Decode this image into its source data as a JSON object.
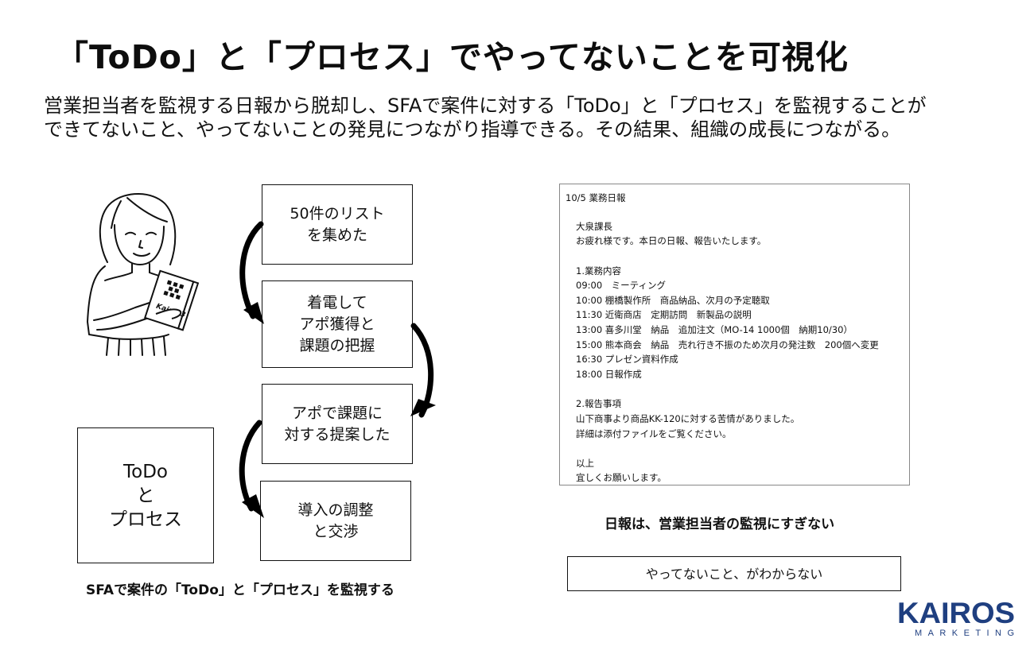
{
  "title": "「ToDo」と「プロセス」でやってないことを可視化",
  "subtitle": {
    "line1": "営業担当者を監視する日報から脱却し、SFAで案件に対する「ToDo」と「プロセス」を監視することが",
    "line2": "できてないこと、やってないことの発見につながり指導できる。その結果、組織の成長につながる。"
  },
  "illustration": {
    "book_label": "Kairos3"
  },
  "process_steps": [
    "50件のリスト\nを集めた",
    "着電して\nアポ獲得と\n課題の把握",
    "アポで課題に\n対する提案した",
    "導入の調整\nと交渉"
  ],
  "todo_box": "ToDo\nと\nプロセス",
  "left_caption": "SFAで案件の「ToDo」と「プロセス」を監視する",
  "daily_report": {
    "lines": [
      "10/5 業務日報",
      "大泉課長",
      "お疲れ様です。本日の日報、報告いたします。",
      "1.業務内容",
      "09:00　ミーティング",
      "10:00  棚橋製作所　商品納品、次月の予定聴取",
      "11:30 近衛商店　定期訪問　新製品の説明",
      "13:00 喜多川堂　納品　追加注文（MO-14 1000個　納期10/30）",
      "15:00 熊本商会　納品　売れ行き不振のため次月の発注数　200個へ変更",
      "16:30 プレゼン資料作成",
      "18:00 日報作成",
      "2.報告事項",
      "山下商事より商品KK-120に対する苦情がありました。",
      "詳細は添付ファイルをご覧ください。",
      "以上",
      "宜しくお願いします。"
    ]
  },
  "right_caption": "日報は、営業担当者の監視にすぎない",
  "unknown_box": "やってないこと、がわからない",
  "logo": {
    "name": "KAIROS",
    "tagline": "MARKETING",
    "color": "#1f3f80"
  }
}
